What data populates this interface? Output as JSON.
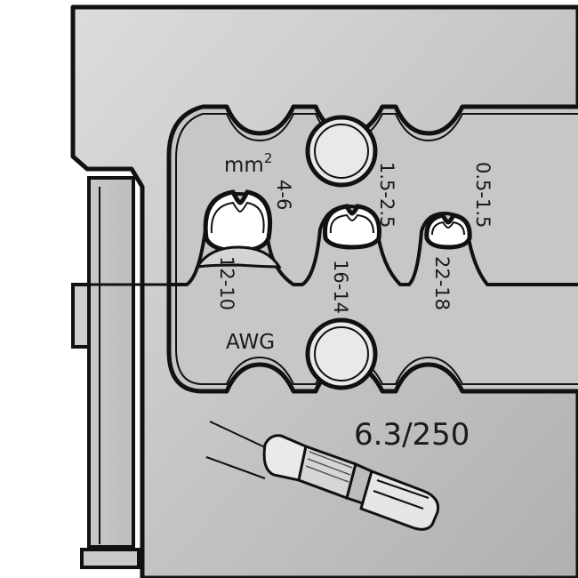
{
  "labels": {
    "unit_mm": "mm",
    "unit_mm_exp": "2",
    "unit_awg": "AWG",
    "mm_large": "4-6",
    "mm_medium": "1.5-2.5",
    "mm_small": "0.5-1.5",
    "awg_large": "12-10",
    "awg_medium": "16-14",
    "awg_small": "22-18",
    "connector_size": "6.3/250"
  }
}
